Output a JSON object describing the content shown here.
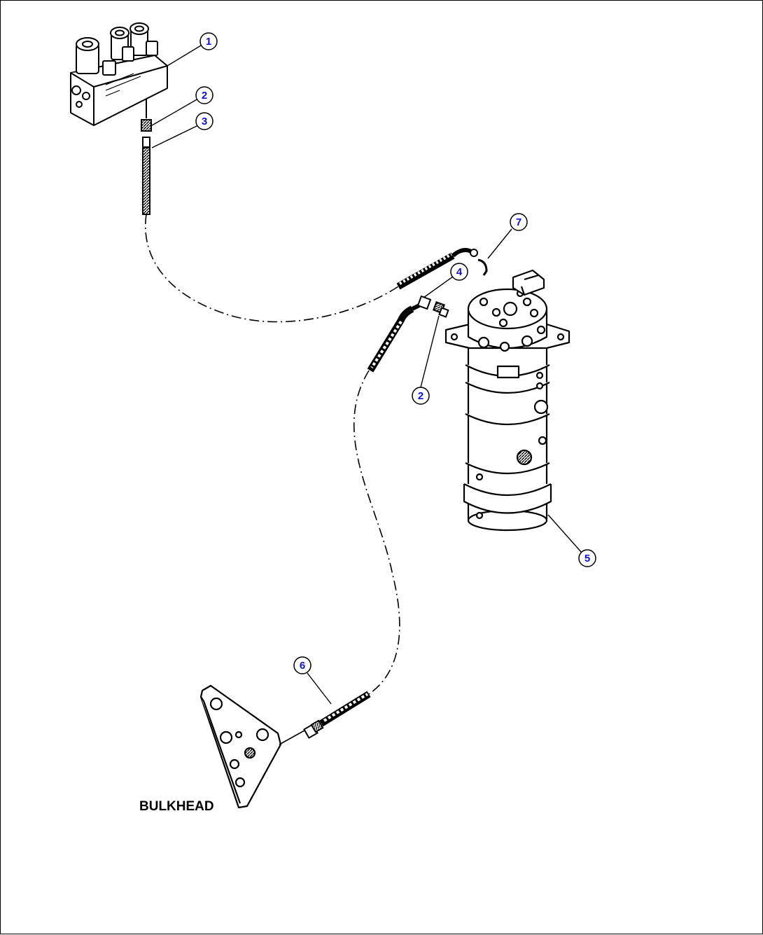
{
  "colors": {
    "line": "#000000",
    "callout_number": "#1010d0",
    "background": "#ffffff"
  },
  "callouts": [
    "1",
    "2",
    "3",
    "4",
    "2",
    "7",
    "5",
    "6"
  ],
  "labels": {
    "bulkhead": "BULKHEAD"
  },
  "icons": [
    "valve-block-icon",
    "swivel-joint-icon",
    "bulkhead-plate-icon",
    "hose-icon",
    "fitting-icon"
  ]
}
